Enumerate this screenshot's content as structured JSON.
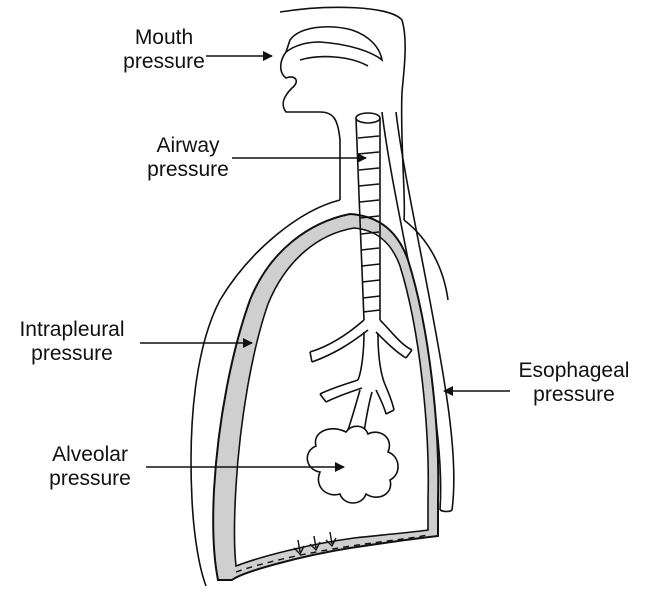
{
  "labels": {
    "mouth": {
      "line1": "Mouth",
      "line2": "pressure"
    },
    "airway": {
      "line1": "Airway",
      "line2": "pressure"
    },
    "intrapleural": {
      "line1": "Intrapleural",
      "line2": "pressure"
    },
    "esophageal": {
      "line1": "Esophageal",
      "line2": "pressure"
    },
    "alveolar": {
      "line1": "Alveolar",
      "line2": "pressure"
    }
  },
  "colors": {
    "line": "#111111",
    "pleural_fill": "#cfcfcf",
    "background": "#ffffff"
  }
}
